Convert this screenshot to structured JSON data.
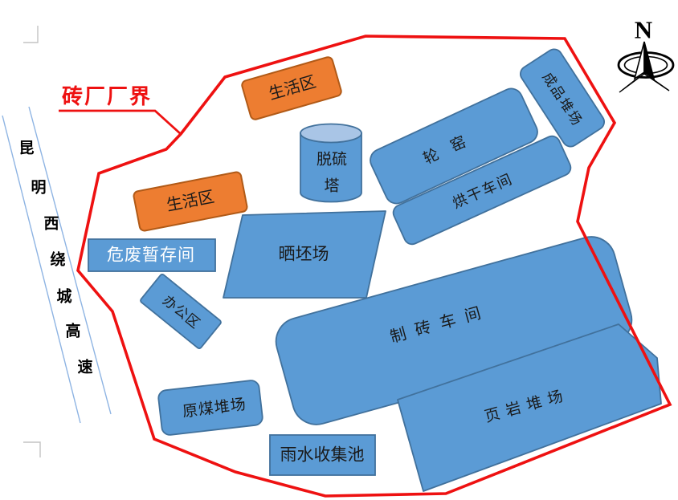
{
  "figure_title": "砖厂厂界",
  "north_mark": "N",
  "road": {
    "name": "昆明西绕城高速",
    "chars": [
      "昆",
      "明",
      "西",
      "绕",
      "城",
      "高",
      "速"
    ]
  },
  "areas": {
    "living_area_1": "生活区",
    "living_area_2": "生活区",
    "desulfurization_tower_line1": "脱硫",
    "desulfurization_tower_line2": "塔",
    "ring_kiln": "轮窑",
    "drying_workshop": "烘干车间",
    "finished_product_yard": "成品堆场",
    "hazardous_waste_room": "危废暂存间",
    "office_area": "办公区",
    "brick_airing_yard": "晒坯场",
    "brick_making_workshop": "制砖车间",
    "shale_yard": "页岩堆场",
    "raw_coal_yard": "原煤堆场",
    "rainwater_pool": "雨水收集池"
  },
  "colors": {
    "blue-fill": "#5b9bd5",
    "blue-stroke": "#41719c",
    "blue-light": "#a9c5e6",
    "orange-fill": "#ed7d31",
    "orange-stroke": "#b15a17",
    "red": "#ee1111",
    "road-line": "#8eb4e3"
  }
}
